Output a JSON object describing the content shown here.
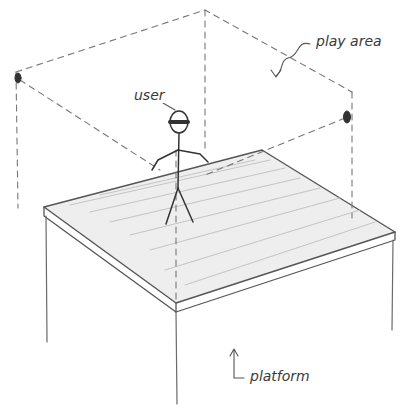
{
  "diagram": {
    "labels": [
      "play area",
      "user",
      "platform"
    ]
  }
}
